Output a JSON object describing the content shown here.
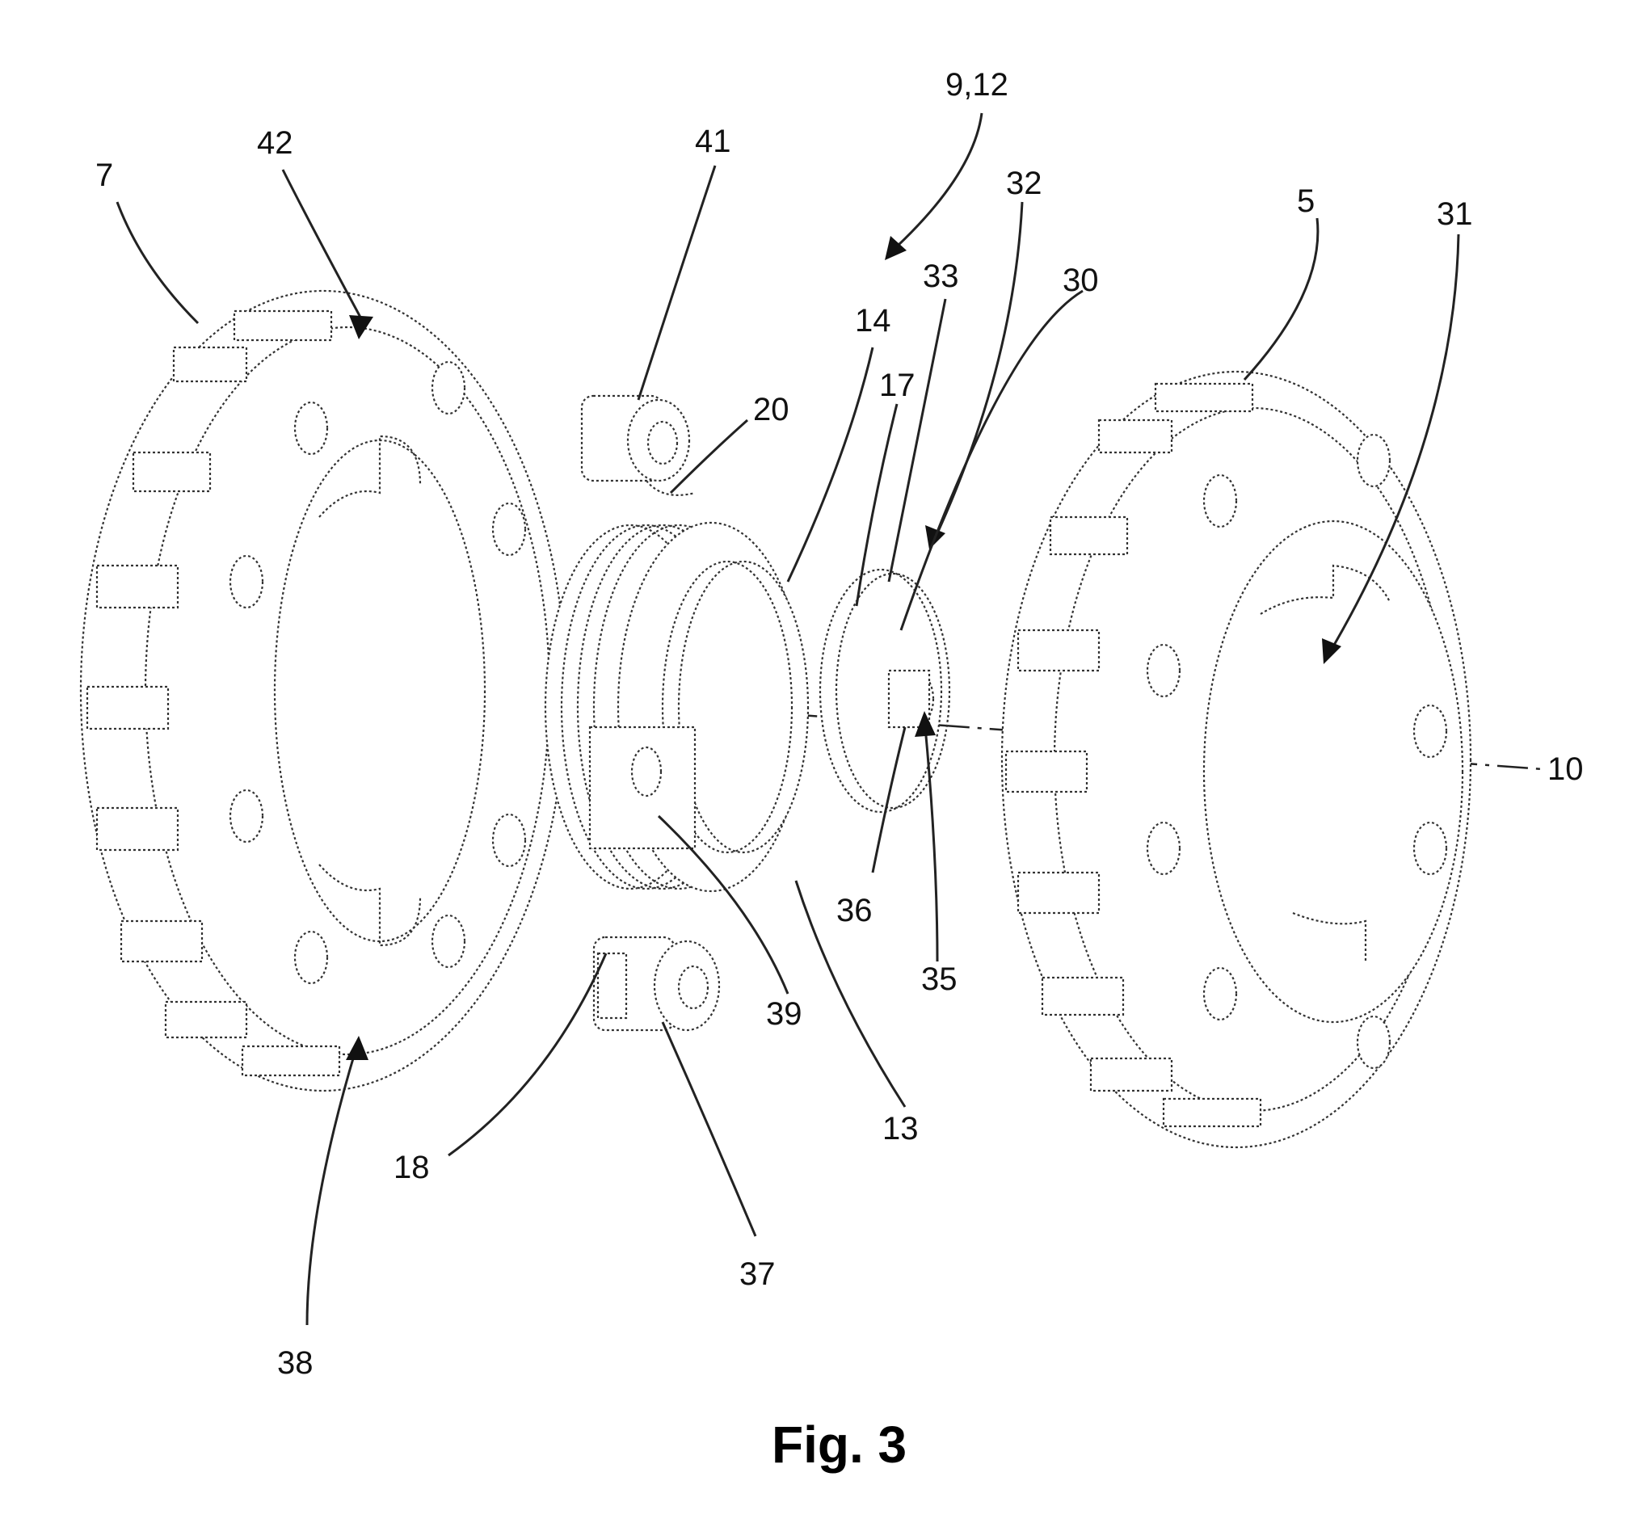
{
  "figure": {
    "caption": "Fig. 3",
    "reference_numerals": [
      {
        "id": "n-7",
        "label": "7"
      },
      {
        "id": "n-42",
        "label": "42"
      },
      {
        "id": "n-41",
        "label": "41"
      },
      {
        "id": "n-9-12",
        "label": "9,12"
      },
      {
        "id": "n-32",
        "label": "32"
      },
      {
        "id": "n-5",
        "label": "5"
      },
      {
        "id": "n-31",
        "label": "31"
      },
      {
        "id": "n-33",
        "label": "33"
      },
      {
        "id": "n-30",
        "label": "30"
      },
      {
        "id": "n-14",
        "label": "14"
      },
      {
        "id": "n-17",
        "label": "17"
      },
      {
        "id": "n-20",
        "label": "20"
      },
      {
        "id": "n-10",
        "label": "10"
      },
      {
        "id": "n-36",
        "label": "36"
      },
      {
        "id": "n-35",
        "label": "35"
      },
      {
        "id": "n-39",
        "label": "39"
      },
      {
        "id": "n-13",
        "label": "13"
      },
      {
        "id": "n-18",
        "label": "18"
      },
      {
        "id": "n-37",
        "label": "37"
      },
      {
        "id": "n-38",
        "label": "38"
      }
    ]
  }
}
